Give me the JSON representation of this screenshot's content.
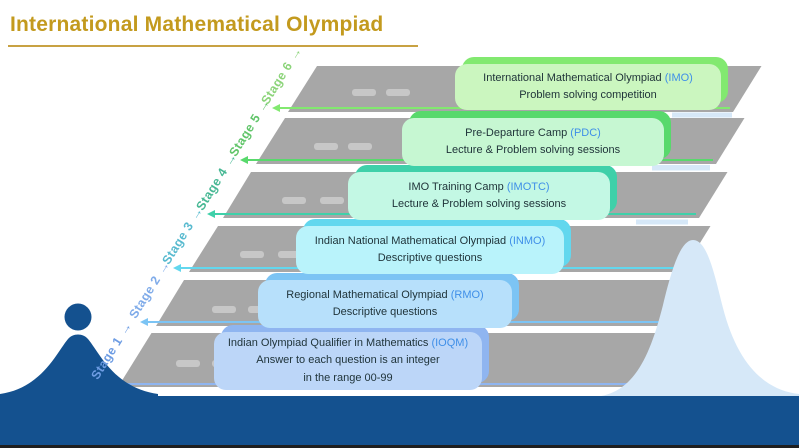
{
  "title": "International Mathematical Olympiad",
  "colors": {
    "title_gold": "#C39A1E",
    "underline_gold": "#C8A243",
    "road_gray": "#A7A7A7",
    "lane_dash": "#CDCDCD",
    "mountain_blue": "#D6E8F8",
    "navy": "#14518F",
    "acronym_blue": "#3F8FE8",
    "bottom_edge": "#1F1F1F"
  },
  "icons": {
    "stage_arrow": "→"
  },
  "stages": [
    {
      "label": "Stage 1",
      "name": "Indian Olympiad Qualifier in Mathematics",
      "acronym": "(IOQM)",
      "description": "Answer to each question is an integer",
      "description2": "in the range 00-99",
      "card_fill": "#BCD6F8",
      "card_accent": "#8FB5F0",
      "label_color": "#6D9CE3"
    },
    {
      "label": "Stage 2",
      "name": "Regional Mathematical Olympiad",
      "acronym": "(RMO)",
      "description": "Descriptive questions",
      "card_fill": "#B7E0FB",
      "card_accent": "#7CC4F4",
      "label_color": "#7FABE9"
    },
    {
      "label": "Stage 3",
      "name": "Indian National Mathematical Olympiad",
      "acronym": "(INMO)",
      "description": "Descriptive questions",
      "card_fill": "#B9F3FB",
      "card_accent": "#62D7EE",
      "label_color": "#58BACF"
    },
    {
      "label": "Stage 4",
      "name": "IMO Training Camp",
      "acronym": "(IMOTC)",
      "description": "Lecture & Problem solving sessions",
      "card_fill": "#C3F8E4",
      "card_accent": "#3FD0A9",
      "label_color": "#47B894"
    },
    {
      "label": "Stage 5",
      "name": "Pre-Departure Camp",
      "acronym": "(PDC)",
      "description": "Lecture & Problem solving sessions",
      "card_fill": "#C6F7D2",
      "card_accent": "#58D96C",
      "label_color": "#61C56A"
    },
    {
      "label": "Stage 6",
      "name": "International Mathematical Olympiad",
      "acronym": "(IMO)",
      "description": "Problem solving competition",
      "card_fill": "#CBF6BF",
      "card_accent": "#82E970",
      "label_color": "#8CD47A"
    }
  ]
}
